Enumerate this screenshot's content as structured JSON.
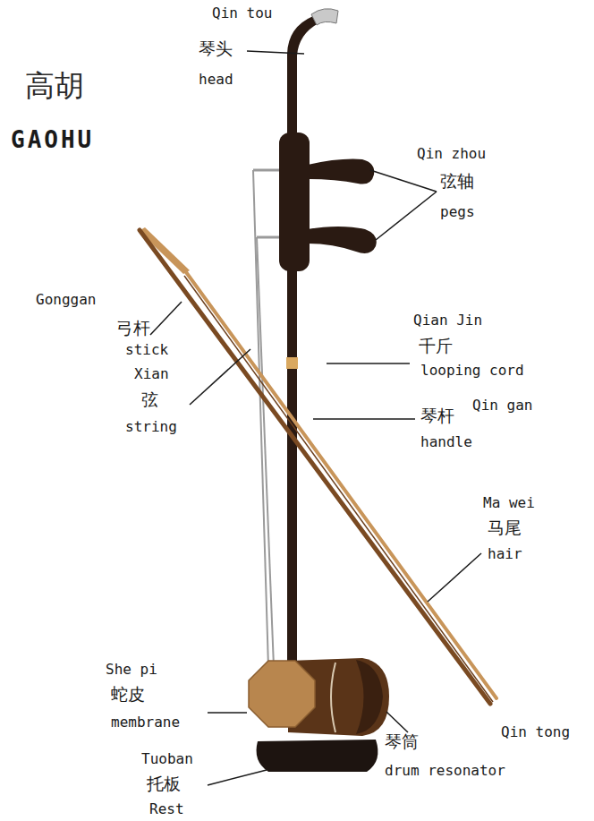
{
  "diagram": {
    "title": "高胡",
    "labels": [
      "GAOHU",
      "Qin tou",
      "琴头",
      "head",
      "Qin zhou",
      "弦轴",
      "pegs",
      "Gonggan",
      "弓杆",
      "stick",
      "Xian",
      "弦",
      "string",
      "Qian Jin",
      "千斤",
      "looping cord",
      "Qin gan",
      "琴杆",
      "handle",
      "Ma wei",
      "马尾",
      "hair",
      "She pi",
      "蛇皮",
      "membrane",
      "Tuoban",
      "托板",
      "Rest",
      "琴筒",
      "Qin tong",
      "drum resonator"
    ]
  }
}
